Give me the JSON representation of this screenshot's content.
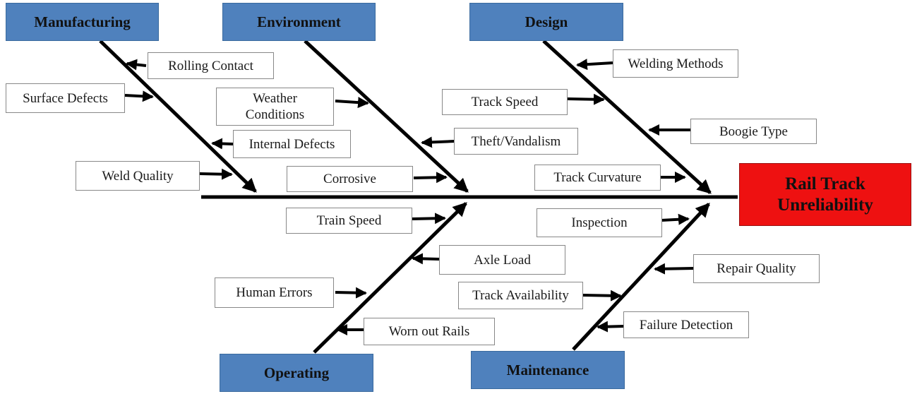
{
  "effect": {
    "line1": "Rail Track",
    "line2": "Unreliability"
  },
  "categories": {
    "manufacturing": "Manufacturing",
    "environment": "Environment",
    "design": "Design",
    "operating": "Operating",
    "maintenance": "Maintenance"
  },
  "causes": {
    "rolling_contact": "Rolling Contact",
    "surface_defects": "Surface Defects",
    "internal_defects": "Internal Defects",
    "weld_quality": "Weld Quality",
    "weather_line1": "Weather",
    "weather_line2": "Conditions",
    "theft_vandalism": "Theft/Vandalism",
    "corrosive": "Corrosive",
    "welding_methods": "Welding Methods",
    "track_speed": "Track Speed",
    "boogie_type": "Boogie Type",
    "track_curvature": "Track Curvature",
    "train_speed": "Train Speed",
    "axle_load": "Axle Load",
    "human_errors": "Human Errors",
    "worn_out_rails": "Worn out Rails",
    "inspection": "Inspection",
    "repair_quality": "Repair Quality",
    "track_availability": "Track Availability",
    "failure_detection": "Failure Detection"
  },
  "colors": {
    "category_fill": "#4f81bd",
    "effect_fill": "#ee1111",
    "line": "#000000"
  }
}
